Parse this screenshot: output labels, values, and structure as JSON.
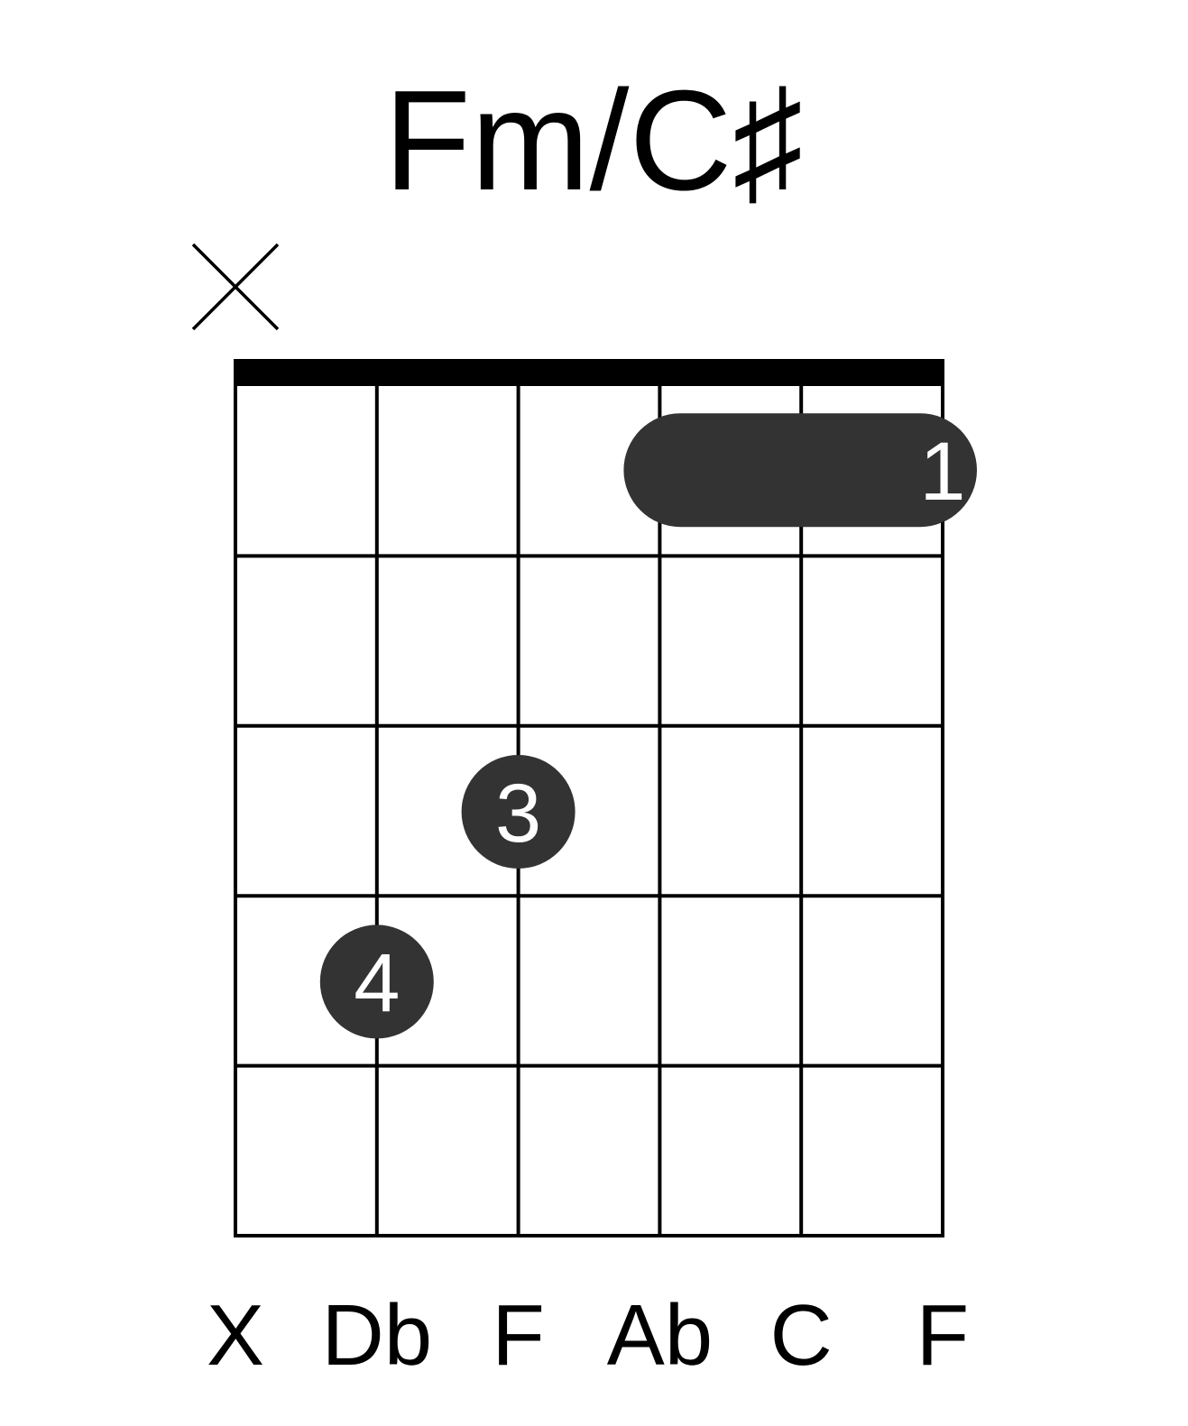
{
  "chord": {
    "name": "Fm/C♯",
    "string_count": 6,
    "fret_count": 5,
    "nut": true,
    "muted_strings": [
      1
    ],
    "muted_symbol": "×",
    "barres": [
      {
        "fret": 1,
        "from_string": 4,
        "to_string": 6,
        "finger": "1"
      }
    ],
    "dots": [
      {
        "string": 3,
        "fret": 3,
        "finger": "3"
      },
      {
        "string": 2,
        "fret": 4,
        "finger": "4"
      }
    ],
    "notes": [
      "X",
      "Db",
      "F",
      "Ab",
      "C",
      "F"
    ]
  },
  "colors": {
    "lines": "#000000",
    "marker": "#333333",
    "marker_text": "#ffffff",
    "background": "#ffffff"
  }
}
